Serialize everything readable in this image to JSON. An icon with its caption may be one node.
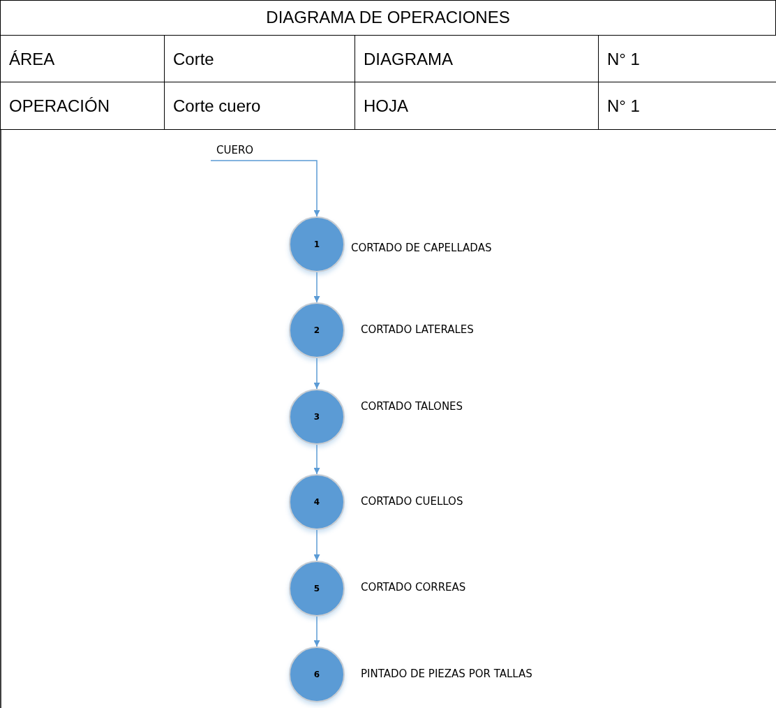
{
  "diagram": {
    "title": "DIAGRAMA DE OPERACIONES",
    "nodes": [
      {
        "text": [
          "CUERO"
        ]
      },
      {
        "text": [
          "1"
        ],
        "beside": [
          "CORTADO DE CAPELLADAS"
        ]
      },
      {
        "text": [
          "2"
        ],
        "beside": [
          "CORTADO LATERALES"
        ]
      },
      {
        "text": [
          "3"
        ],
        "beside": [
          "CORTADO TALONES"
        ]
      },
      {
        "text": [
          "4"
        ],
        "beside": [
          "CORTADO CUELLOS"
        ]
      },
      {
        "text": [
          "5"
        ],
        "beside": [
          "CORTADO CORREAS"
        ]
      },
      {
        "text": [
          "6"
        ],
        "beside": [
          "PINTADO DE PIEZAS POR TALLAS"
        ]
      }
    ],
    "edges": [
      {
        "from": 0,
        "to": 1,
        "arrow": "to"
      },
      {
        "from": 1,
        "to": 2,
        "arrow": "to"
      },
      {
        "from": 2,
        "to": 3,
        "arrow": "to"
      },
      {
        "from": 3,
        "to": 4,
        "arrow": "to"
      },
      {
        "from": 4,
        "to": 5,
        "arrow": "to"
      },
      {
        "from": 5,
        "to": 6,
        "arrow": "to"
      }
    ],
    "labels": [
      "ÁREA",
      "Corte",
      "DIAGRAMA",
      "N° 1",
      "OPERACIÓN",
      "Corte cuero",
      "HOJA",
      "N° 1"
    ]
  }
}
